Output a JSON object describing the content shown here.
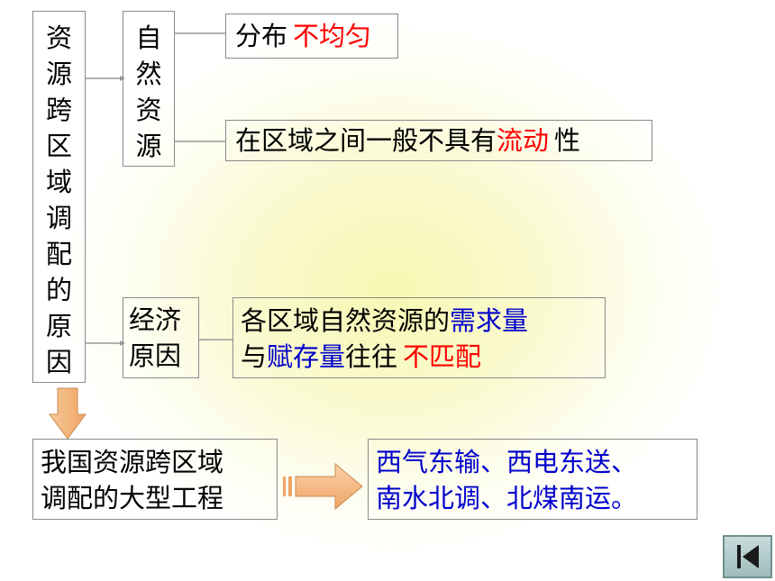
{
  "root": {
    "text": "资源跨区域调配的原因"
  },
  "natural": {
    "label": "自然资源"
  },
  "economic": {
    "label": "经济原因"
  },
  "box_distribution": {
    "prefix": "分布",
    "highlight": "不均匀"
  },
  "box_flow": {
    "prefix": "在区域之间一般不具有",
    "highlight": "流动",
    "suffix": "性"
  },
  "box_supply": {
    "line1_prefix": "各区域自然资源的",
    "line1_highlight": "需求量",
    "line2_prefix": "与",
    "line2_highlight": "赋存量",
    "line2_mid": "往往",
    "line2_red": "不匹配"
  },
  "projects": {
    "line1": "我国资源跨区域",
    "line2": "调配的大型工程"
  },
  "examples": {
    "line1": "西气东输、西电东送、",
    "line2": "南水北调、北煤南运。"
  },
  "colors": {
    "highlight_red": "#ff0000",
    "highlight_blue": "#0000cc",
    "background_glow": "#f7f7b2"
  },
  "nav": {
    "icon": "skip-back-icon"
  }
}
